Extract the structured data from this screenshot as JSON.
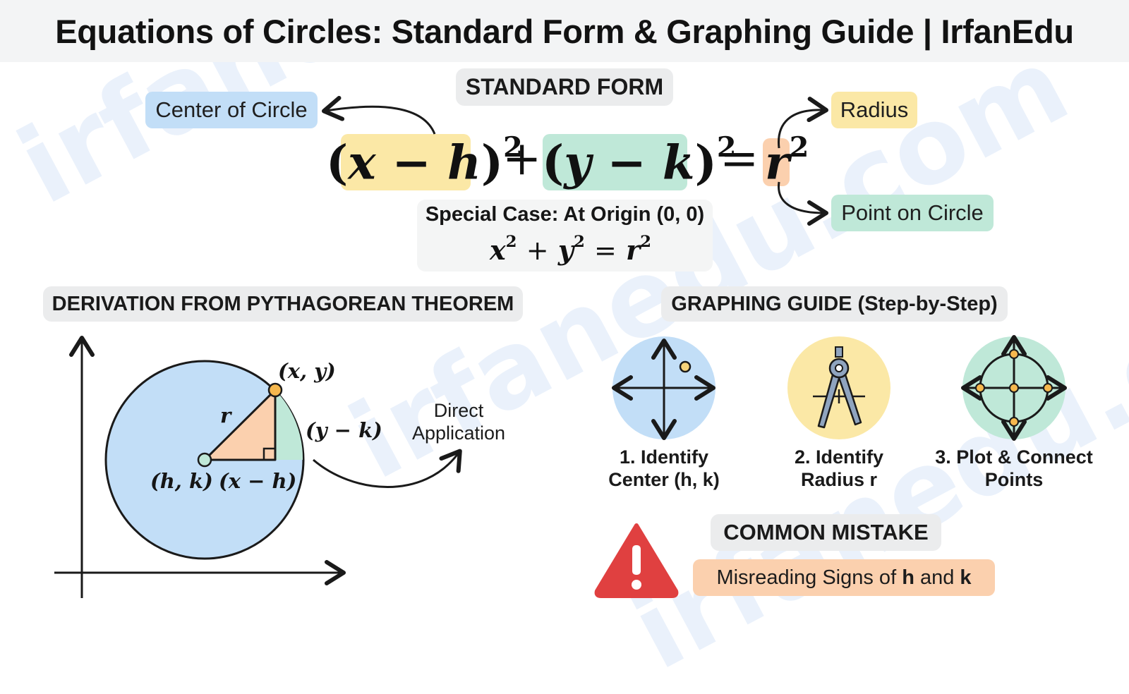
{
  "title": "Equations of Circles: Standard Form & Graphing Guide | IrfanEdu",
  "standard_form": {
    "heading": "STANDARD FORM",
    "center_label": "Center of Circle",
    "radius_label": "Radius",
    "point_label": "Point on Circle",
    "equation": {
      "x_term": "x − h",
      "y_term": "y − k",
      "rhs": "r",
      "exponent": "2",
      "plus": "+",
      "equals": "="
    },
    "special_case": {
      "title": "Special Case: At Origin (0, 0)",
      "x": "x",
      "y": "y",
      "r": "r",
      "exponent": "2",
      "plus": "+",
      "equals": "="
    }
  },
  "derivation": {
    "heading": "DERIVATION FROM PYTHAGOREAN THEOREM",
    "point_label": "(x, y)",
    "center_label": "(h, k)",
    "radius_label": "r",
    "vertical_label": "(y − k)",
    "horizontal_label": "(x − h)",
    "arrow_label_line1": "Direct",
    "arrow_label_line2": "Application"
  },
  "graphing_guide": {
    "heading": "GRAPHING GUIDE (Step-by-Step)",
    "steps": [
      {
        "line1": "1. Identify",
        "line2": "Center (h, k)",
        "icon": "axes-point-icon",
        "color": "#c2def7"
      },
      {
        "line1": "2. Identify",
        "line2": "Radius r",
        "icon": "compass-icon",
        "color": "#fbe8a6"
      },
      {
        "line1": "3. Plot & Connect",
        "line2": "Points",
        "icon": "circle-plot-icon",
        "color": "#bfe8d8"
      }
    ]
  },
  "common_mistake": {
    "heading": "COMMON MISTAKE",
    "text_prefix": "Misreading Signs of ",
    "h": "h",
    "and": " and ",
    "k": "k",
    "icon": "warning-icon"
  },
  "watermark": "irfanedu.com"
}
